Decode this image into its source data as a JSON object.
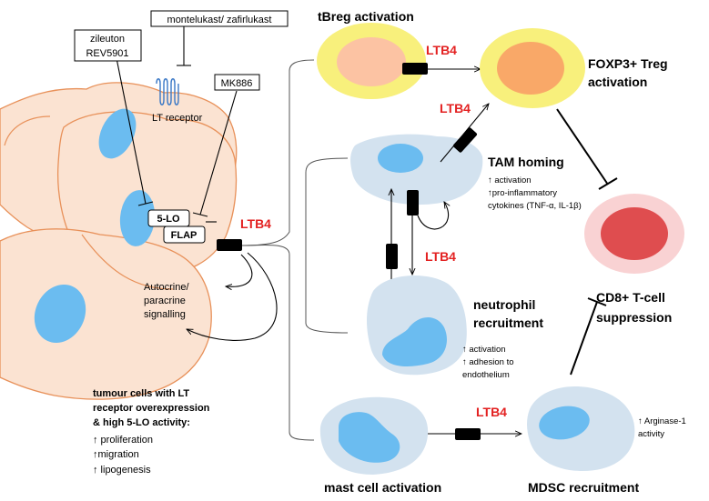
{
  "drugs": {
    "zileuton": "zileuton",
    "rev5901": "REV5901",
    "montelukast": "montelukast/ zafirlukast",
    "mk886": "MK886"
  },
  "tumour": {
    "lt_receptor": "LT receptor",
    "five_lo": "5-LO",
    "flap": "FLAP",
    "ltb4": "LTB4",
    "signalling": [
      "Autocrine/",
      "paracrine",
      "signalling"
    ],
    "caption": [
      "tumour cells with LT",
      "receptor overexpression",
      "& high 5-LO activity:"
    ],
    "effects": [
      "↑ proliferation",
      "↑migration",
      "↑ lipogenesis"
    ]
  },
  "breg": {
    "title": "tBreg activation",
    "ltb4": "LTB4",
    "treg": [
      "FOXP3+ Treg",
      "activation"
    ]
  },
  "tam": {
    "ltb4": "LTB4",
    "title": "TAM homing",
    "details": [
      "↑ activation",
      "↑pro-inflammatory",
      "cytokines (TNF-α, IL-1β)"
    ]
  },
  "neutrophil": {
    "ltb4": "LTB4",
    "title": [
      "neutrophil",
      "recruitment"
    ],
    "details": [
      "↑ activation",
      "↑ adhesion to",
      "endothelium"
    ]
  },
  "cd8": {
    "title": [
      "CD8+ T-cell",
      "suppression"
    ]
  },
  "mast": {
    "title": "mast cell activation",
    "ltb4": "LTB4"
  },
  "mdsc": {
    "title": "MDSC recruitment",
    "details": [
      "↑ Arginase-1",
      "activity"
    ]
  },
  "colors": {
    "tumour_fill": "#fbe3d2",
    "tumour_stroke": "#e8915a",
    "nucleus": "#6bbcf0",
    "immune_cell": "#d3e2ef",
    "breg_outer": "#f8f07c",
    "breg_inner": "#fcc3a3",
    "treg_inner": "#f9a868",
    "cd8_outer": "#f9d2d3",
    "cd8_inner": "#df4d4f",
    "receptor": "#3a78c6",
    "ltb4_label": "#e32222"
  }
}
